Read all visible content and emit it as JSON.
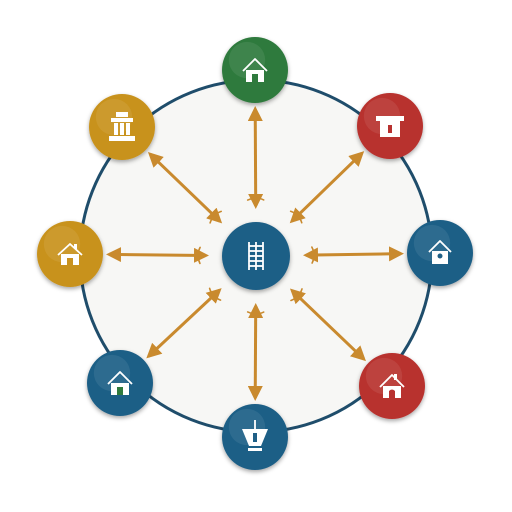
{
  "diagram": {
    "colors": {
      "background": "#ffffff",
      "ring_fill": "#f7f7f5",
      "ring_stroke": "#1f4d6b",
      "arrow": "#c98a2e",
      "icon": "#ffffff",
      "blue": "#1f5f86",
      "green": "#2f7a3d",
      "red": "#b8312f",
      "gold": "#c8921f",
      "hub": "#1f5f86"
    },
    "hub": {
      "color": "blue",
      "icon": "ladder-building-icon"
    },
    "nodes": [
      {
        "id": "top",
        "color": "green",
        "icon": "house-icon"
      },
      {
        "id": "top-right",
        "color": "red",
        "icon": "box-house-icon"
      },
      {
        "id": "right",
        "color": "blue",
        "icon": "birdhouse-icon"
      },
      {
        "id": "bottom-right",
        "color": "red",
        "icon": "house-arch-door-icon"
      },
      {
        "id": "bottom",
        "color": "blue",
        "icon": "lantern-icon"
      },
      {
        "id": "bottom-left",
        "color": "blue",
        "icon": "house-icon"
      },
      {
        "id": "left",
        "color": "gold",
        "icon": "cottage-icon"
      },
      {
        "id": "top-left",
        "color": "gold",
        "icon": "temple-icon"
      }
    ]
  }
}
